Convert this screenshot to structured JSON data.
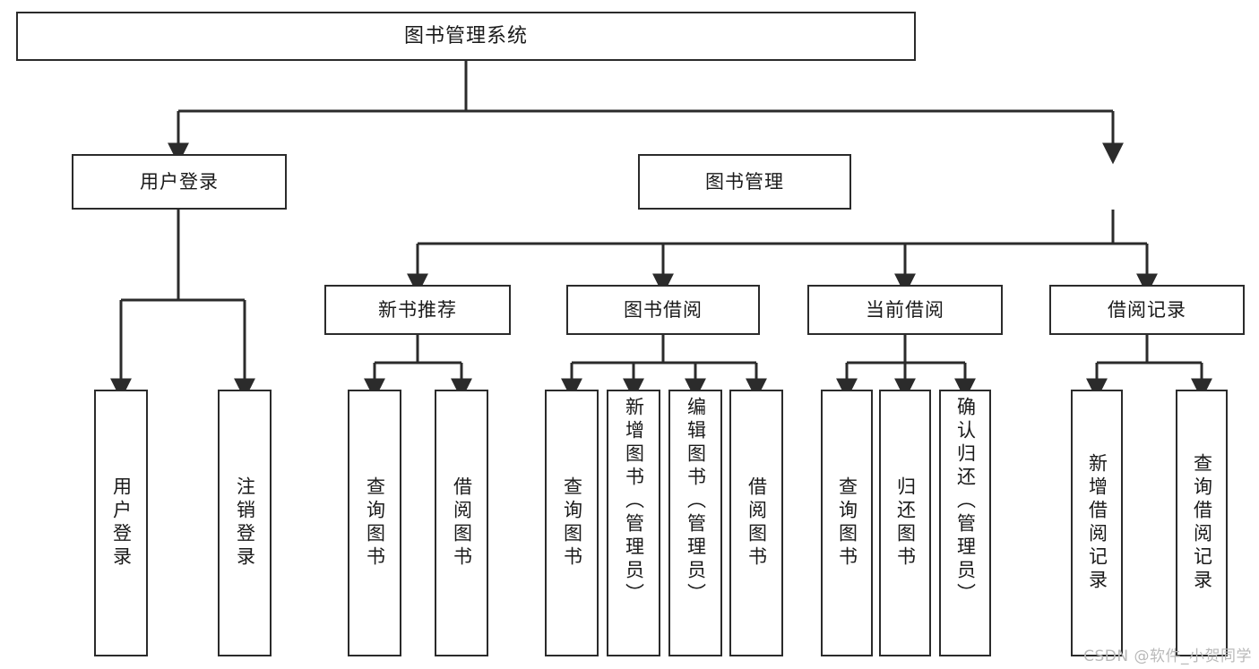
{
  "diagram": {
    "title": "图书管理系统",
    "type": "hierarchy-tree",
    "watermark": "CSDN @软件_小贺同学",
    "colors": {
      "stroke": "#2b2b2b",
      "box_fill": "#ffffff",
      "text": "#1a1a1a",
      "watermark": "#b9b9b9",
      "background": "#ffffff"
    },
    "root": {
      "label": "图书管理系统"
    },
    "level1": [
      {
        "label": "用户登录"
      },
      {
        "label": "图书管理"
      }
    ],
    "level2": [
      {
        "label": "新书推荐"
      },
      {
        "label": "图书借阅"
      },
      {
        "label": "当前借阅"
      },
      {
        "label": "借阅记录"
      }
    ],
    "leaves": {
      "user_login": [
        {
          "label": "用户登录"
        },
        {
          "label": "注销登录"
        }
      ],
      "new_book_recommend": [
        {
          "label": "查询图书"
        },
        {
          "label": "借阅图书"
        }
      ],
      "book_borrow": [
        {
          "label": "查询图书"
        },
        {
          "label": "新增图书（管理员）"
        },
        {
          "label": "编辑图书（管理员）"
        },
        {
          "label": "借阅图书"
        }
      ],
      "current_borrow": [
        {
          "label": "查询图书"
        },
        {
          "label": "归还图书"
        },
        {
          "label": "确认归还（管理员）"
        }
      ],
      "borrow_records": [
        {
          "label": "新增借阅记录"
        },
        {
          "label": "查询借阅记录"
        }
      ]
    }
  }
}
